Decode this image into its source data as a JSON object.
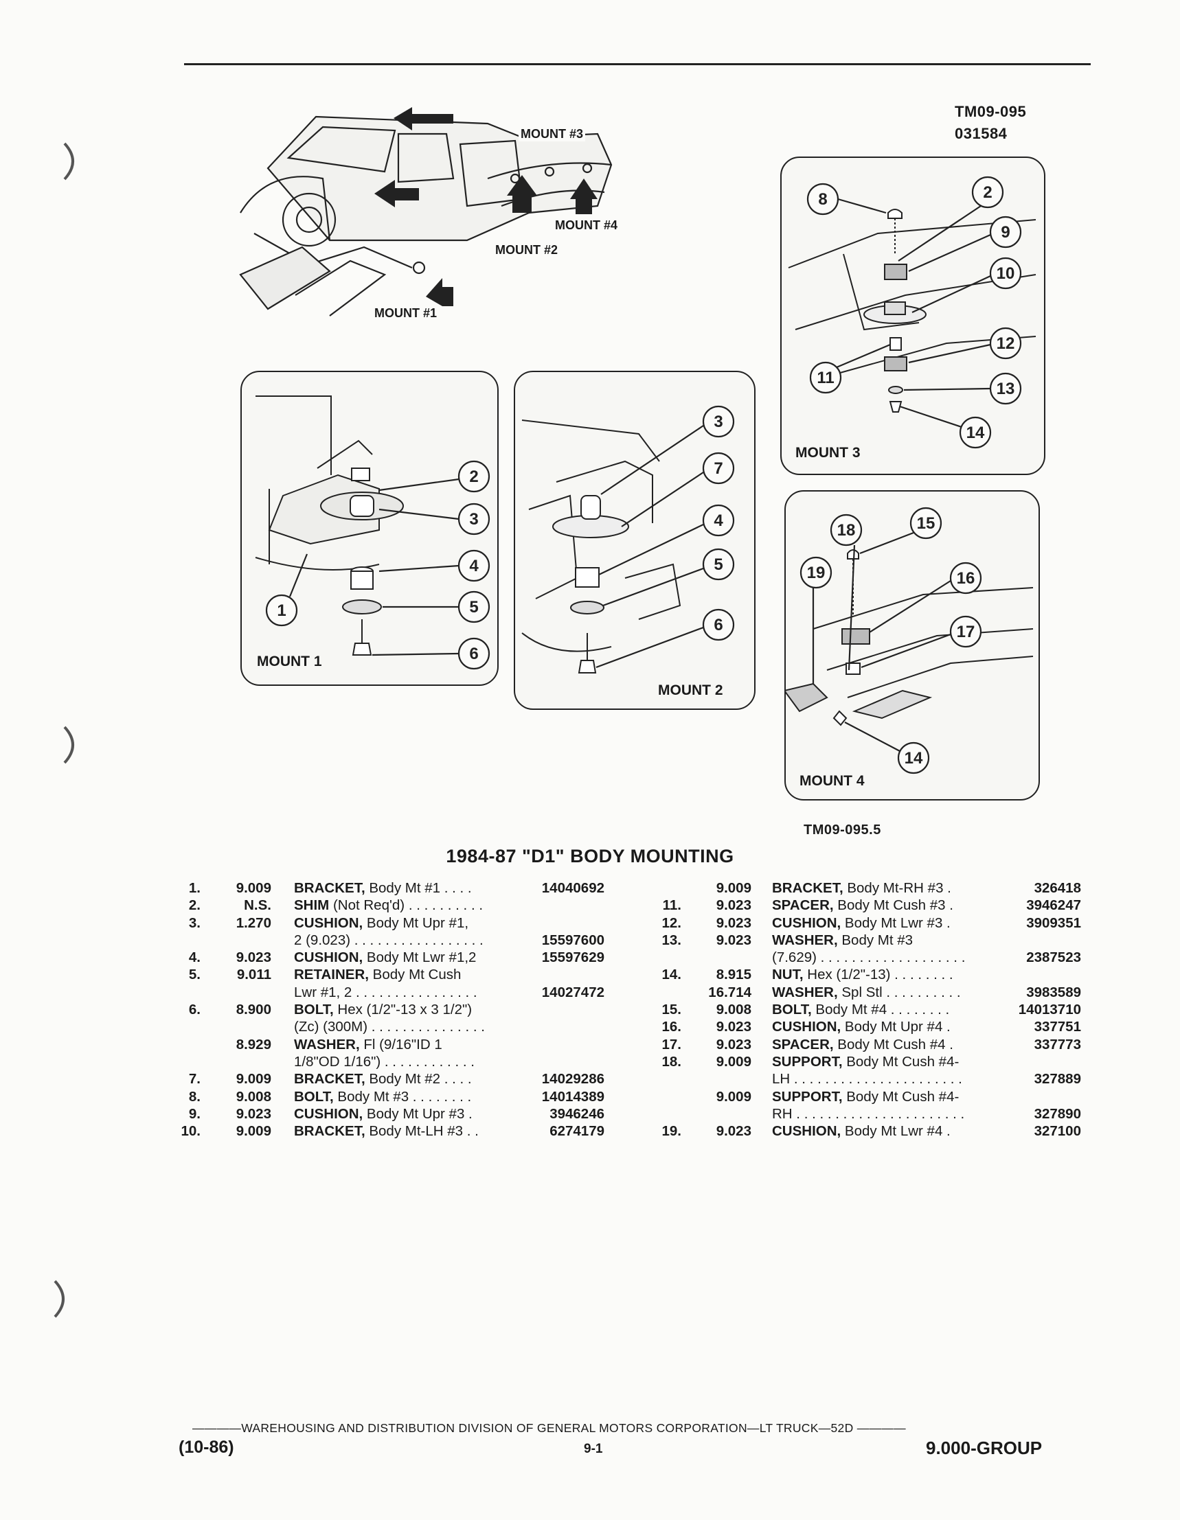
{
  "figure": {
    "code_top": "TM09-095",
    "code_top_date": "031584",
    "code_bottom": "TM09-095.5",
    "overview_labels": [
      "MOUNT #3",
      "MOUNT #4",
      "MOUNT #2",
      "MOUNT #1"
    ],
    "panel_labels": [
      "MOUNT 1",
      "MOUNT 2",
      "MOUNT 3",
      "MOUNT 4"
    ],
    "panel1_callouts": [
      "2",
      "3",
      "4",
      "1",
      "5",
      "6"
    ],
    "panel2_callouts": [
      "3",
      "7",
      "4",
      "5",
      "6"
    ],
    "panel3_callouts": [
      "8",
      "2",
      "9",
      "10",
      "12",
      "11",
      "13",
      "14"
    ],
    "panel4_callouts": [
      "18",
      "15",
      "19",
      "16",
      "17",
      "14"
    ]
  },
  "section_title": "1984-87 \"D1\" BODY MOUNTING",
  "parts_left": [
    {
      "num": "1.",
      "group": "9.009",
      "name": "BRACKET,",
      "desc": " Body Mt #1  . . . .",
      "part": "14040692"
    },
    {
      "num": "2.",
      "group": "N.S.",
      "name": "SHIM",
      "desc": " (Not Req'd)  . . . . . . . . . .",
      "part": ""
    },
    {
      "num": "3.",
      "group": "1.270",
      "name": "CUSHION,",
      "desc": " Body Mt Upr #1,",
      "part": ""
    },
    {
      "num": "",
      "group": "",
      "name": "",
      "desc": "2 (9.023)  . . . . . . . . . . . . . . . . .",
      "part": "15597600"
    },
    {
      "num": "4.",
      "group": "9.023",
      "name": "CUSHION,",
      "desc": " Body Mt Lwr #1,2",
      "part": "15597629"
    },
    {
      "num": "5.",
      "group": "9.011",
      "name": "RETAINER,",
      "desc": " Body Mt Cush",
      "part": ""
    },
    {
      "num": "",
      "group": "",
      "name": "",
      "desc": "Lwr #1, 2  . . . . . . . . . . . . . . . .",
      "part": "14027472"
    },
    {
      "num": "6.",
      "group": "8.900",
      "name": "BOLT,",
      "desc": " Hex (1/2\"-13 x 3 1/2\")",
      "part": ""
    },
    {
      "num": "",
      "group": "",
      "name": "",
      "desc": "(Zc) (300M)  . . . . . . . . . . . . . . .",
      "part": ""
    },
    {
      "num": "",
      "group": "8.929",
      "name": "WASHER,",
      "desc": " Fl (9/16\"ID 1",
      "part": ""
    },
    {
      "num": "",
      "group": "",
      "name": "",
      "desc": "1/8\"OD 1/16\")  . . . . . . . . . . . .",
      "part": ""
    },
    {
      "num": "7.",
      "group": "9.009",
      "name": "BRACKET,",
      "desc": " Body Mt #2  . . . .",
      "part": "14029286"
    },
    {
      "num": "8.",
      "group": "9.008",
      "name": "BOLT,",
      "desc": " Body Mt #3  . . . . . . . .",
      "part": "14014389"
    },
    {
      "num": "9.",
      "group": "9.023",
      "name": "CUSHION,",
      "desc": " Body Mt Upr #3  .",
      "part": "3946246"
    },
    {
      "num": "10.",
      "group": "9.009",
      "name": "BRACKET,",
      "desc": " Body Mt-LH #3  . .",
      "part": "6274179"
    }
  ],
  "parts_right": [
    {
      "num": "",
      "group": "9.009",
      "name": "BRACKET,",
      "desc": " Body Mt-RH #3   .",
      "part": "326418"
    },
    {
      "num": "11.",
      "group": "9.023",
      "name": "SPACER,",
      "desc": " Body Mt Cush #3  .",
      "part": "3946247"
    },
    {
      "num": "12.",
      "group": "9.023",
      "name": "CUSHION,",
      "desc": " Body Mt Lwr #3  .",
      "part": "3909351"
    },
    {
      "num": "13.",
      "group": "9.023",
      "name": "WASHER,",
      "desc": " Body Mt #3",
      "part": ""
    },
    {
      "num": "",
      "group": "",
      "name": "",
      "desc": "(7.629)  . . . . . . . . . . . . . . . . . . .",
      "part": "2387523"
    },
    {
      "num": "14.",
      "group": "8.915",
      "name": "NUT,",
      "desc": " Hex (1/2\"-13)  . . . . . . . .",
      "part": ""
    },
    {
      "num": "",
      "group": "16.714",
      "name": "WASHER,",
      "desc": " Spl Stl  . . . . . . . . . .",
      "part": "3983589"
    },
    {
      "num": "15.",
      "group": "9.008",
      "name": "BOLT,",
      "desc": " Body Mt #4  . . . . . . . .",
      "part": "14013710"
    },
    {
      "num": "16.",
      "group": "9.023",
      "name": "CUSHION,",
      "desc": " Body Mt Upr #4  .",
      "part": "337751"
    },
    {
      "num": "17.",
      "group": "9.023",
      "name": "SPACER,",
      "desc": " Body Mt Cush #4  .",
      "part": "337773"
    },
    {
      "num": "18.",
      "group": "9.009",
      "name": "SUPPORT,",
      "desc": " Body Mt Cush #4-",
      "part": ""
    },
    {
      "num": "",
      "group": "",
      "name": "",
      "desc": "LH  . . . . . . . . . . . . . . . . . . . . . .",
      "part": "327889"
    },
    {
      "num": "",
      "group": "9.009",
      "name": "SUPPORT,",
      "desc": " Body Mt Cush #4-",
      "part": ""
    },
    {
      "num": "",
      "group": "",
      "name": "",
      "desc": "RH  . . . . . . . . . . . . . . . . . . . . . .",
      "part": "327890"
    },
    {
      "num": "19.",
      "group": "9.023",
      "name": "CUSHION,",
      "desc": " Body Mt Lwr #4   .",
      "part": "327100"
    }
  ],
  "footer": {
    "line": "————WAREHOUSING AND DISTRIBUTION  DIVISION OF GENERAL MOTORS CORPORATION—LT TRUCK—52D  ————",
    "left": "(10-86)",
    "center": "9-1",
    "right": "9.000-GROUP"
  }
}
